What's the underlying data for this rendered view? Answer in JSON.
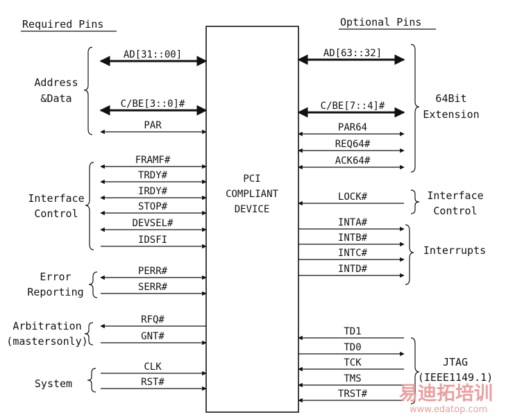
{
  "headers": {
    "left": "Required Pins",
    "right": "Optional Pins"
  },
  "device": {
    "lines": [
      "PCI",
      "COMPLIANT",
      "DEVICE"
    ]
  },
  "left_groups": [
    {
      "lines": [
        "Address",
        "&Data"
      ]
    },
    {
      "lines": [
        "Interface",
        "Control"
      ]
    },
    {
      "lines": [
        "Error",
        "Reporting"
      ]
    },
    {
      "lines": [
        "Arbitration",
        "(mastersonly)"
      ]
    },
    {
      "lines": [
        "System"
      ]
    }
  ],
  "right_groups": [
    {
      "lines": [
        "64Bit",
        "Extension"
      ]
    },
    {
      "lines": [
        "Interface",
        "Control"
      ]
    },
    {
      "lines": [
        "Interrupts"
      ]
    },
    {
      "lines": [
        "JTAG",
        "(IEEE1149.1)"
      ]
    }
  ],
  "left_signals": [
    {
      "label": "AD[31::00]",
      "direction": "bi",
      "bus": true
    },
    {
      "label": "C/BE[3::0]#",
      "direction": "bi",
      "bus": true
    },
    {
      "label": "PAR",
      "direction": "bi",
      "bus": false
    },
    {
      "label": "FRAMF#",
      "direction": "bi",
      "bus": false
    },
    {
      "label": "TRDY#",
      "direction": "bi",
      "bus": false
    },
    {
      "label": "IRDY#",
      "direction": "bi",
      "bus": false
    },
    {
      "label": "STOP#",
      "direction": "bi",
      "bus": false
    },
    {
      "label": "DEVSEL#",
      "direction": "bi",
      "bus": false
    },
    {
      "label": "IDSFI",
      "direction": "in",
      "bus": false
    },
    {
      "label": "PERR#",
      "direction": "bi",
      "bus": false
    },
    {
      "label": "SERR#",
      "direction": "in",
      "bus": false
    },
    {
      "label": "RFQ#",
      "direction": "out",
      "bus": false
    },
    {
      "label": "GNT#",
      "direction": "in",
      "bus": false
    },
    {
      "label": "CLK",
      "direction": "in",
      "bus": false
    },
    {
      "label": "RST#",
      "direction": "in",
      "bus": false
    }
  ],
  "right_signals": [
    {
      "label": "AD[63::32]",
      "direction": "bi",
      "bus": true
    },
    {
      "label": "C/BE[7::4]#",
      "direction": "bi",
      "bus": true
    },
    {
      "label": "PAR64",
      "direction": "bi",
      "bus": false
    },
    {
      "label": "REQ64#",
      "direction": "bi",
      "bus": false
    },
    {
      "label": "ACK64#",
      "direction": "bi",
      "bus": false
    },
    {
      "label": "LOCK#",
      "direction": "in",
      "bus": false
    },
    {
      "label": "INTA#",
      "direction": "out",
      "bus": false
    },
    {
      "label": "INTB#",
      "direction": "out",
      "bus": false
    },
    {
      "label": "INTC#",
      "direction": "out",
      "bus": false
    },
    {
      "label": "INTD#",
      "direction": "out",
      "bus": false
    },
    {
      "label": "TD1",
      "direction": "in",
      "bus": false
    },
    {
      "label": "TD0",
      "direction": "out",
      "bus": false
    },
    {
      "label": "TCK",
      "direction": "in",
      "bus": false
    },
    {
      "label": "TMS",
      "direction": "in",
      "bus": false
    },
    {
      "label": "TRST#",
      "direction": "in",
      "bus": false
    }
  ],
  "watermark": {
    "brand": "易迪拓培训",
    "url": "www.edatop.com",
    "color": "#e8a0a0"
  }
}
